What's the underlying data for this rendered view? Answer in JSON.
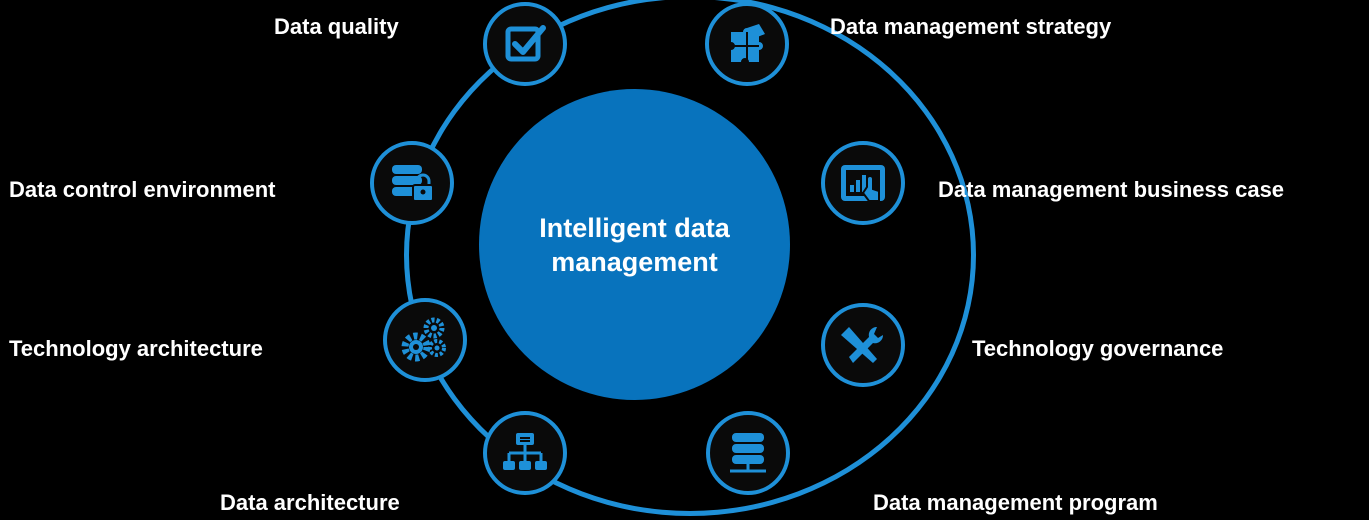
{
  "center": {
    "title": "Intelligent data management"
  },
  "nodes": [
    {
      "label": "Data quality",
      "icon": "checkbox-icon"
    },
    {
      "label": "Data management strategy",
      "icon": "puzzle-icon"
    },
    {
      "label": "Data management business case",
      "icon": "chart-touch-icon"
    },
    {
      "label": "Technology governance",
      "icon": "tools-icon"
    },
    {
      "label": "Data management program",
      "icon": "server-stack-icon"
    },
    {
      "label": "Data architecture",
      "icon": "hierarchy-icon"
    },
    {
      "label": "Technology architecture",
      "icon": "gears-icon"
    },
    {
      "label": "Data control environment",
      "icon": "database-lock-icon"
    }
  ],
  "colors": {
    "background": "#000000",
    "ring": "#1e90d8",
    "hub": "#0873bd",
    "icon": "#1e90d8",
    "text": "#ffffff"
  }
}
